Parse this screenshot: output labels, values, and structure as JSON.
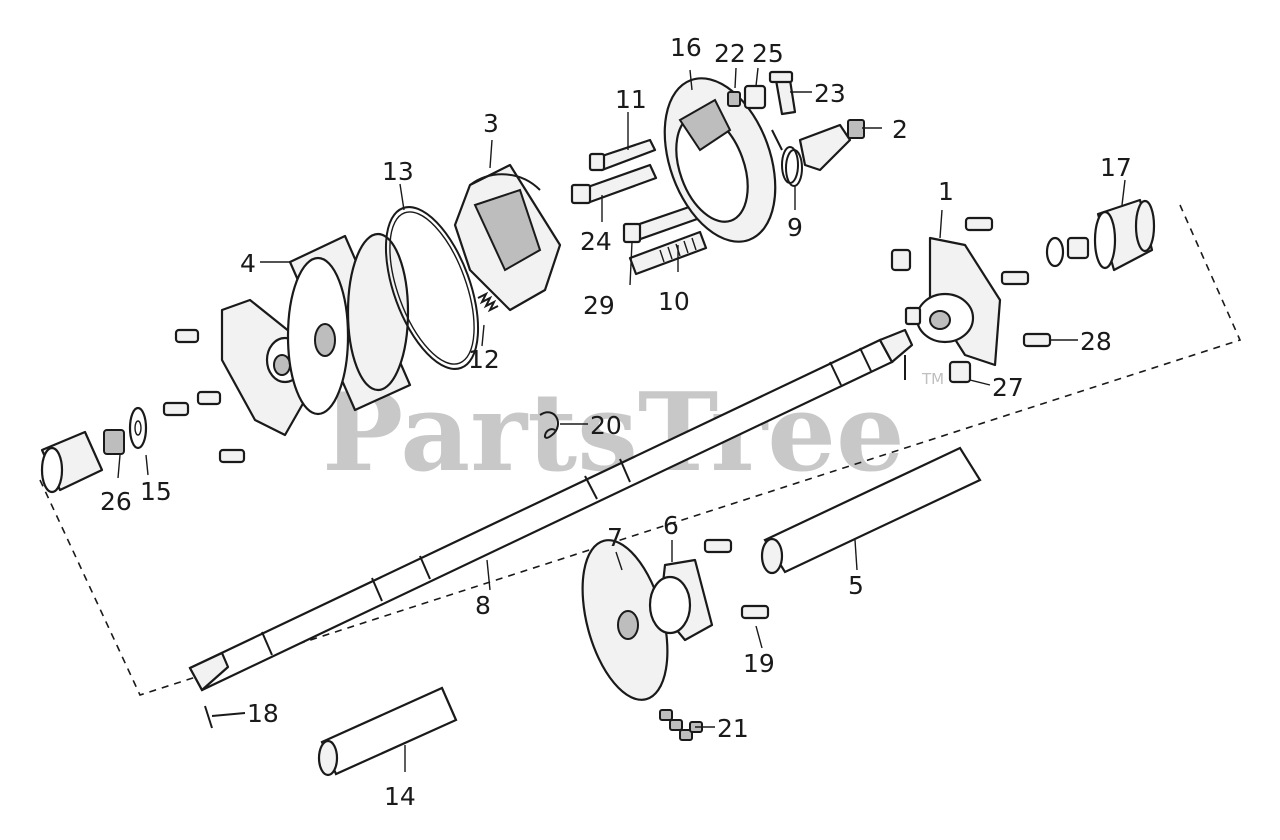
{
  "watermark": {
    "text": "PartsTree",
    "trademark": "TM"
  },
  "labels": {
    "l1": "1",
    "l2": "2",
    "l3": "3",
    "l4": "4",
    "l5": "5",
    "l6": "6",
    "l7": "7",
    "l8": "8",
    "l9": "9",
    "l10": "10",
    "l11": "11",
    "l12": "12",
    "l13": "13",
    "l14": "14",
    "l15": "15",
    "l16": "16",
    "l17": "17",
    "l18": "18",
    "l19": "19",
    "l20": "20",
    "l21": "21",
    "l22": "22",
    "l23": "23",
    "l24": "24",
    "l25": "25",
    "l26": "26",
    "l27": "27",
    "l28": "28",
    "l29": "29"
  }
}
